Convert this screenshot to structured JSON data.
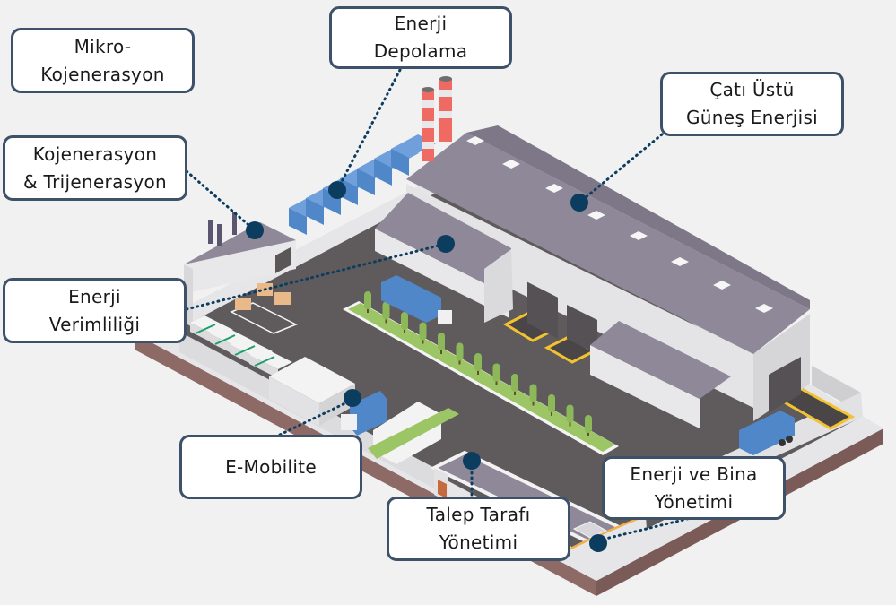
{
  "diagram": {
    "title": "Fabrika Enerji Çözümleri",
    "colors": {
      "background": "#f1f1f1",
      "callout_border": "#3d5168",
      "marker": "#0d3d5e",
      "connector": "#0d3d5e",
      "roof": "#8f8899",
      "wall": "#e4e4e6",
      "ground": "#5f5b5c",
      "platform_edge": "#8e6a66",
      "battery_blue": "#4f87c9",
      "chimney_red": "#f06a64",
      "tree_green": "#8db85a",
      "hazard_yellow": "#f2c230"
    },
    "callouts": [
      {
        "id": "mikro-kojenerasyon",
        "lines": [
          "Mikro-",
          "Kojenerasyon"
        ]
      },
      {
        "id": "enerji-depolama",
        "lines": [
          "Enerji",
          "Depolama"
        ]
      },
      {
        "id": "cati-ustu-gunes",
        "lines": [
          "Çatı Üstü",
          "Güneş Enerjisi"
        ]
      },
      {
        "id": "kojenerasyon-trijenerasyon",
        "lines": [
          "Kojenerasyon",
          "& Trijenerasyon"
        ]
      },
      {
        "id": "enerji-verimliligi",
        "lines": [
          "Enerji",
          "Verimliliği"
        ]
      },
      {
        "id": "e-mobilite",
        "lines": [
          "E-Mobilite"
        ]
      },
      {
        "id": "talep-tarafi",
        "lines": [
          "Talep Tarafı",
          "Yönetimi"
        ]
      },
      {
        "id": "enerji-bina",
        "lines": [
          "Enerji ve Bina",
          "Yönetimi"
        ]
      }
    ]
  }
}
